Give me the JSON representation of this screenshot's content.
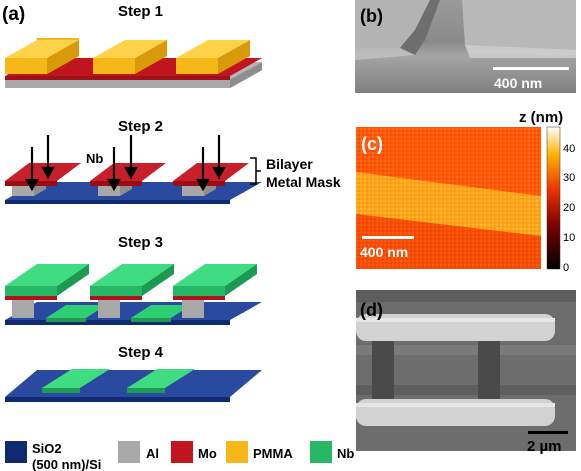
{
  "panels": {
    "a": "(a)",
    "b": "(b)",
    "c": "(c)",
    "d": "(d)"
  },
  "steps": [
    "Step 1",
    "Step 2",
    "Step 3",
    "Step 4"
  ],
  "step2": {
    "nb_label": "Nb",
    "mask_line1": "Bilayer",
    "mask_line2": "Metal Mask"
  },
  "legend": [
    {
      "name": "sio2",
      "line1": "SiO2",
      "line2": "(500 nm)/Si",
      "color": "#0f2a6e"
    },
    {
      "name": "al",
      "line1": "Al",
      "color": "#a8a8a8"
    },
    {
      "name": "mo",
      "line1": "Mo",
      "color": "#c0151f"
    },
    {
      "name": "pmma",
      "line1": "PMMA",
      "color": "#f6b819"
    },
    {
      "name": "nb",
      "line1": "Nb",
      "color": "#27b865"
    }
  ],
  "scale_bars": {
    "b": "400 nm",
    "c": "400 nm",
    "d": "2 µm"
  },
  "colorbar": {
    "title": "z (nm)",
    "ticks": [
      "40",
      "30",
      "20",
      "10",
      "0"
    ]
  },
  "colors": {
    "substrate": "#1b3a8a",
    "al": "#a8a8a8",
    "mo": "#c0151f",
    "pmma": "#f6b819",
    "nb": "#27b865"
  }
}
